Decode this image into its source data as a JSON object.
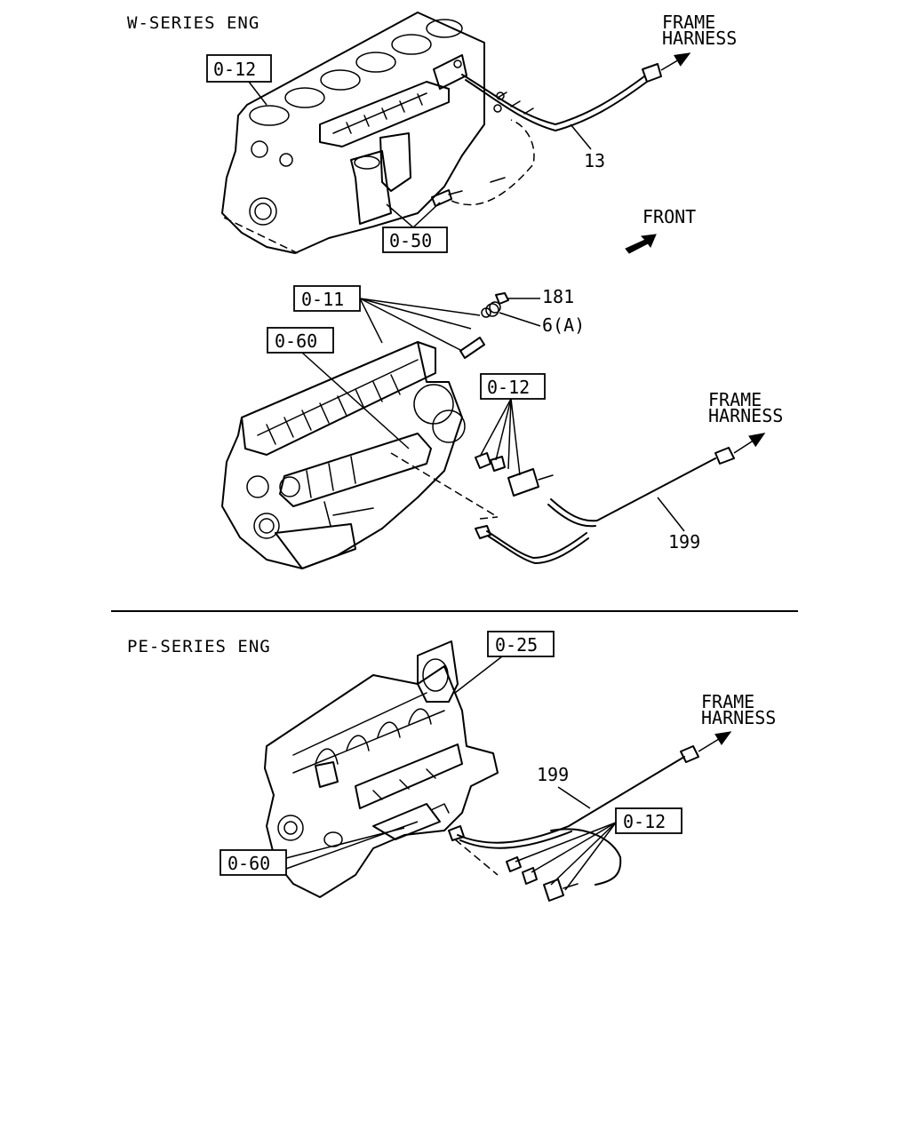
{
  "sections": {
    "w_series": {
      "title": "W-SERIES ENG",
      "refs": {
        "block": "0-12",
        "sensor": "0-50",
        "harness_part": "13",
        "frame_harness_line1": "FRAME",
        "frame_harness_line2": "HARNESS",
        "front_label": "FRONT"
      }
    },
    "w_series_lower": {
      "refs": {
        "valve_cover": "0-11",
        "injection": "0-60",
        "sensors": "0-12",
        "nut": "181",
        "washer": "6(A)",
        "harness_part": "199",
        "frame_harness_line1": "FRAME",
        "frame_harness_line2": "HARNESS"
      }
    },
    "pe_series": {
      "title": "PE-SERIES ENG",
      "refs": {
        "turbo": "0-25",
        "injection": "0-60",
        "sensors": "0-12",
        "harness_part": "199",
        "frame_harness_line1": "FRAME",
        "frame_harness_line2": "HARNESS"
      }
    }
  }
}
